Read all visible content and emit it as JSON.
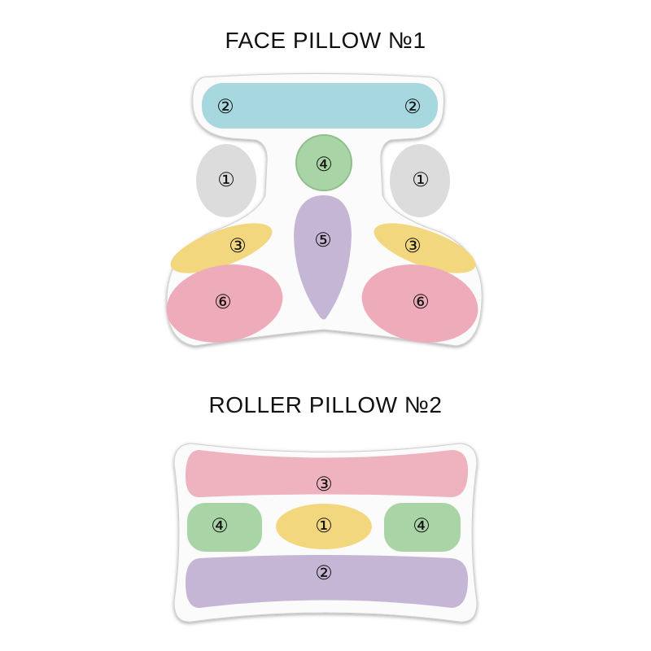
{
  "face_pillow": {
    "title": "FACE PILLOW №1",
    "zones": [
      {
        "label": "②",
        "color": "#a8d8df"
      },
      {
        "label": "②",
        "color": "#a8d8df"
      },
      {
        "label": "①",
        "color": "#dcdcdc"
      },
      {
        "label": "①",
        "color": "#dcdcdc"
      },
      {
        "label": "④",
        "color": "#a9d5a6"
      },
      {
        "label": "⑤",
        "color": "#c6b6d6"
      },
      {
        "label": "③",
        "color": "#f3d77f"
      },
      {
        "label": "③",
        "color": "#f3d77f"
      },
      {
        "label": "⑥",
        "color": "#eeabb9"
      },
      {
        "label": "⑥",
        "color": "#eeabb9"
      }
    ]
  },
  "roller_pillow": {
    "title": "ROLLER PILLOW №2",
    "zones": [
      {
        "label": "③",
        "color": "#eeb3bf"
      },
      {
        "label": "④",
        "color": "#a9d5a6"
      },
      {
        "label": "①",
        "color": "#f3d77f"
      },
      {
        "label": "④",
        "color": "#a9d5a6"
      },
      {
        "label": "②",
        "color": "#c6b6d6"
      }
    ]
  }
}
